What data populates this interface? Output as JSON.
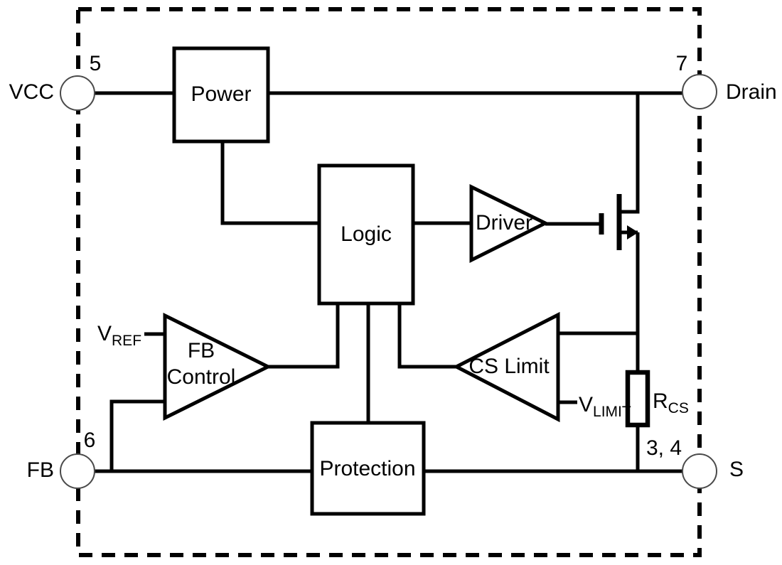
{
  "pins": {
    "vcc": {
      "label": "VCC",
      "number": "5"
    },
    "drain": {
      "label": "Drain",
      "number": "7"
    },
    "fb": {
      "label": "FB",
      "number": "6"
    },
    "s": {
      "label": "S",
      "number": "3, 4"
    }
  },
  "blocks": {
    "power": "Power",
    "logic": "Logic",
    "driver": "Driver",
    "protection": "Protection",
    "fb_control": {
      "line1": "FB",
      "line2": "Control"
    },
    "cs_limit": "CS Limit"
  },
  "signals": {
    "vref": {
      "base": "V",
      "sub": "REF"
    },
    "vlimit": {
      "base": "V",
      "sub": "LIMIT"
    },
    "rcs": {
      "base": "R",
      "sub": "CS"
    }
  },
  "colors": {
    "line": "#000000",
    "background": "#ffffff",
    "pin_circle_stroke": "#4a4a4a"
  }
}
